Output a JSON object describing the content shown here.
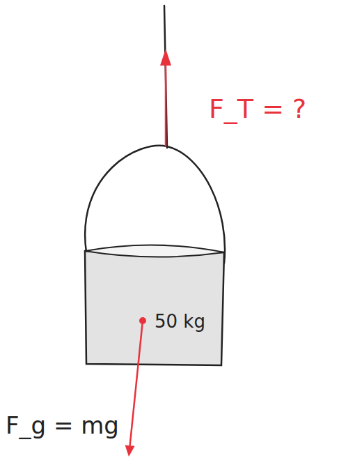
{
  "diagram": {
    "nodes": [
      {
        "text": [
          "50 kg"
        ]
      }
    ],
    "labels": [
      "F_T = ?",
      "F_g = mg"
    ]
  }
}
